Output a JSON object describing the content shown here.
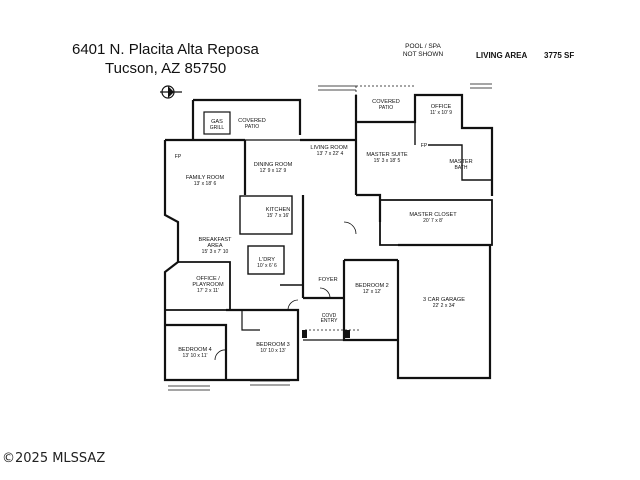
{
  "address": {
    "line1": "6401 N. Placita Alta Reposa",
    "line2": "Tucson, AZ  85750"
  },
  "notes": {
    "pool_line1": "POOL / SPA",
    "pool_line2": "NOT SHOWN",
    "living_area_label": "LIVING AREA",
    "living_area_value": "3775 SF"
  },
  "copyright": "©2025 MLSSAZ",
  "rooms": [
    {
      "name": "GAS",
      "dims": "GRILL"
    },
    {
      "name": "COVERED",
      "dims": "PATIO"
    },
    {
      "name": "LIVING ROOM",
      "dims": "13' 7 x 22' 4"
    },
    {
      "name": "COVERED",
      "dims": "PATIO"
    },
    {
      "name": "OFFICE",
      "dims": "11' x 10' 9"
    },
    {
      "name": "DINING ROOM",
      "dims": "12' 9 x 12' 9"
    },
    {
      "name": "MASTER SUITE",
      "dims": "15' 3 x 18' 5"
    },
    {
      "name": "MASTER",
      "dims": "BATH"
    },
    {
      "name": "FAMILY ROOM",
      "dims": "13' x 18' 6"
    },
    {
      "name": "KITCHEN",
      "dims": "15' 7 x 16'"
    },
    {
      "name": "MASTER CLOSET",
      "dims": "20' 7 x 8'"
    },
    {
      "name": "BREAKFAST",
      "dims": "AREA"
    },
    {
      "name": "",
      "dims": "15' 3 x 7' 10"
    },
    {
      "name": "L'DRY",
      "dims": "10' x 6' 6"
    },
    {
      "name": "OFFICE /",
      "dims": "PLAYROOM"
    },
    {
      "name": "",
      "dims": "17' 2 x 11'"
    },
    {
      "name": "FOYER",
      "dims": ""
    },
    {
      "name": "BEDROOM 2",
      "dims": "12' x 12'"
    },
    {
      "name": "3 CAR GARAGE",
      "dims": "22' 2 x 34'"
    },
    {
      "name": "COVD",
      "dims": "ENTRY"
    },
    {
      "name": "BEDROOM 4",
      "dims": "13' 10 x 11'"
    },
    {
      "name": "BEDROOM 3",
      "dims": "10' 10 x 13'"
    }
  ],
  "fireplaces": [
    "FP",
    "FP"
  ]
}
